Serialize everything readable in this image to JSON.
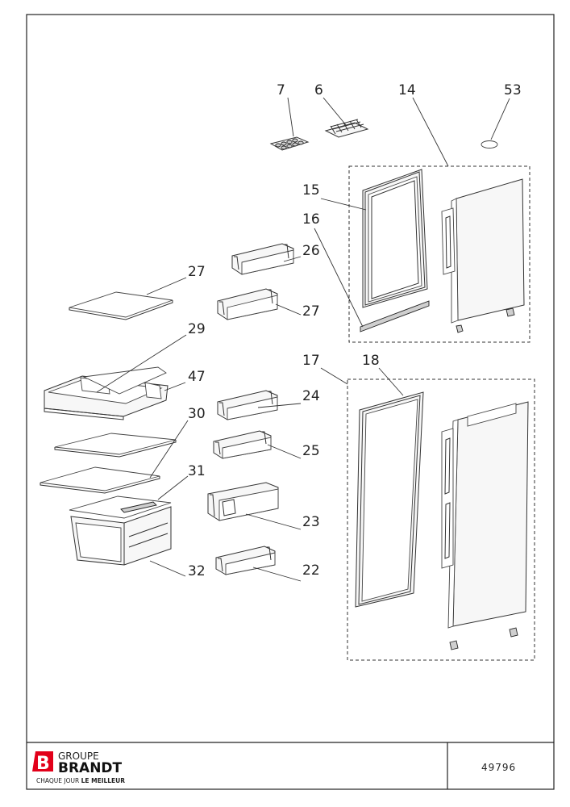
{
  "callouts": {
    "c7": "7",
    "c6": "6",
    "c14": "14",
    "c53": "53",
    "c15": "15",
    "c16": "16",
    "c26": "26",
    "c27a": "27",
    "c27b": "27",
    "c29": "29",
    "c47": "47",
    "c17": "17",
    "c18": "18",
    "c24": "24",
    "c30": "30",
    "c25": "25",
    "c31": "31",
    "c23": "23",
    "c32": "32",
    "c22": "22"
  },
  "footer": {
    "group_word": "GROUPE",
    "brand_word": "BRANDT",
    "slogan_a": "CHAQUE JOUR ",
    "slogan_b": "LE MEILLEUR",
    "reference": "49796",
    "logo_letter": "B",
    "logo_color": "#e2001a"
  }
}
